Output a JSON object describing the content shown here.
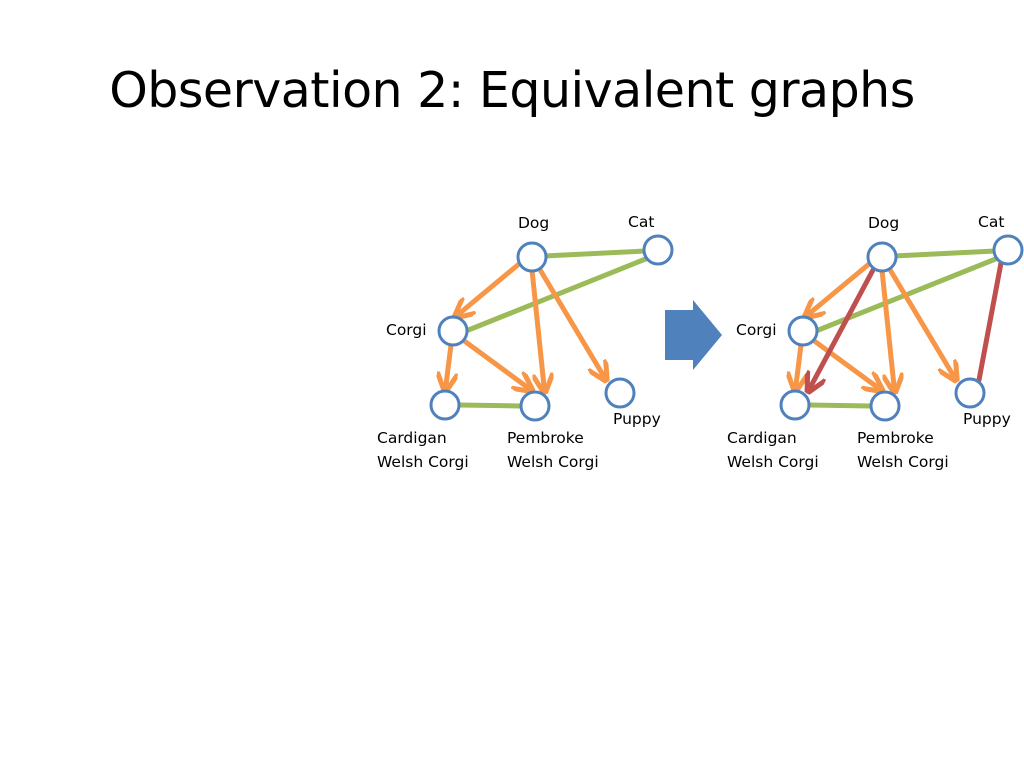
{
  "slide": {
    "title": "Observation 2: Equivalent graphs"
  },
  "colors": {
    "node_stroke": "#4f81bd",
    "node_fill": "#ffffff",
    "orange_edge": "#f79646",
    "green_edge": "#9bbb59",
    "red_edge": "#c0504d",
    "transform_arrow": "#4f81bd"
  },
  "graphs": [
    {
      "name": "original",
      "labels": {
        "dog": "Dog",
        "cat": "Cat",
        "corgi": "Corgi",
        "puppy": "Puppy",
        "cardigan_1": "Cardigan",
        "cardigan_2": "Welsh Corgi",
        "pembroke_1": "Pembroke",
        "pembroke_2": "Welsh Corgi"
      },
      "edges": [
        {
          "from": "Dog",
          "to": "Corgi",
          "kind": "orange-arrow"
        },
        {
          "from": "Dog",
          "to": "Pembroke Welsh Corgi",
          "kind": "orange-arrow"
        },
        {
          "from": "Dog",
          "to": "Puppy",
          "kind": "orange-arrow"
        },
        {
          "from": "Corgi",
          "to": "Cardigan Welsh Corgi",
          "kind": "orange-arrow"
        },
        {
          "from": "Corgi",
          "to": "Pembroke Welsh Corgi",
          "kind": "orange-arrow"
        },
        {
          "from": "Dog",
          "to": "Cat",
          "kind": "green-line"
        },
        {
          "from": "Corgi",
          "to": "Cat",
          "kind": "green-line"
        },
        {
          "from": "Cardigan Welsh Corgi",
          "to": "Pembroke Welsh Corgi",
          "kind": "green-line"
        }
      ]
    },
    {
      "name": "equivalent",
      "labels": {
        "dog": "Dog",
        "cat": "Cat",
        "corgi": "Corgi",
        "puppy": "Puppy",
        "cardigan_1": "Cardigan",
        "cardigan_2": "Welsh Corgi",
        "pembroke_1": "Pembroke",
        "pembroke_2": "Welsh Corgi"
      },
      "edges": [
        {
          "from": "Dog",
          "to": "Corgi",
          "kind": "orange-arrow"
        },
        {
          "from": "Dog",
          "to": "Pembroke Welsh Corgi",
          "kind": "orange-arrow"
        },
        {
          "from": "Dog",
          "to": "Puppy",
          "kind": "orange-arrow"
        },
        {
          "from": "Corgi",
          "to": "Cardigan Welsh Corgi",
          "kind": "orange-arrow"
        },
        {
          "from": "Corgi",
          "to": "Pembroke Welsh Corgi",
          "kind": "orange-arrow"
        },
        {
          "from": "Dog",
          "to": "Cat",
          "kind": "green-line"
        },
        {
          "from": "Corgi",
          "to": "Cat",
          "kind": "green-line"
        },
        {
          "from": "Cardigan Welsh Corgi",
          "to": "Pembroke Welsh Corgi",
          "kind": "green-line"
        },
        {
          "from": "Dog",
          "to": "Cardigan Welsh Corgi",
          "kind": "red-arrow"
        },
        {
          "from": "Cat",
          "to": "Puppy",
          "kind": "red-line"
        }
      ]
    }
  ]
}
